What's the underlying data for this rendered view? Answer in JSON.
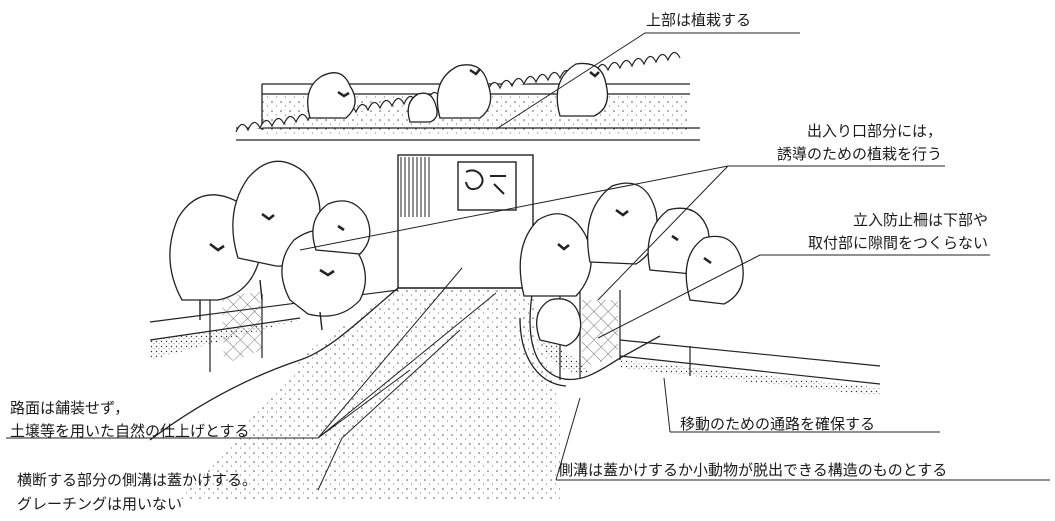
{
  "annotations": {
    "top_planting": "上部は植栽する",
    "entrance_planting": [
      "出入り口部分には，",
      "誘導のための植栽を行う"
    ],
    "fence": [
      "立入防止柵は下部や",
      "取付部に隙間をつくらない"
    ],
    "road_surface": [
      "路面は舗装せず，",
      "土壌等を用いた自然の仕上げとする"
    ],
    "crossing_ditch": [
      "横断する部分の側溝は蓋かけする。",
      "グレーチングは用いない"
    ],
    "passage": "移動のための通路を確保する",
    "side_ditch": "側溝は蓋かけするか小動物が脱出できる構造のものとする"
  }
}
